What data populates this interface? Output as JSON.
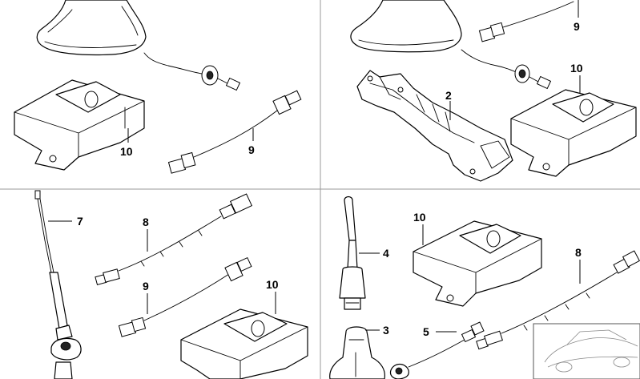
{
  "diagram": {
    "callouts": {
      "q1_part_10": "10",
      "q1_part_9": "9",
      "q2_part_9": "9",
      "q2_part_10": "10",
      "q2_part_2": "2",
      "q3_part_7": "7",
      "q3_part_8": "8",
      "q3_part_9": "9",
      "q3_part_10": "10",
      "q4_part_4": "4",
      "q4_part_10": "10",
      "q4_part_8": "8",
      "q4_part_3": "3",
      "q4_part_5": "5"
    }
  }
}
